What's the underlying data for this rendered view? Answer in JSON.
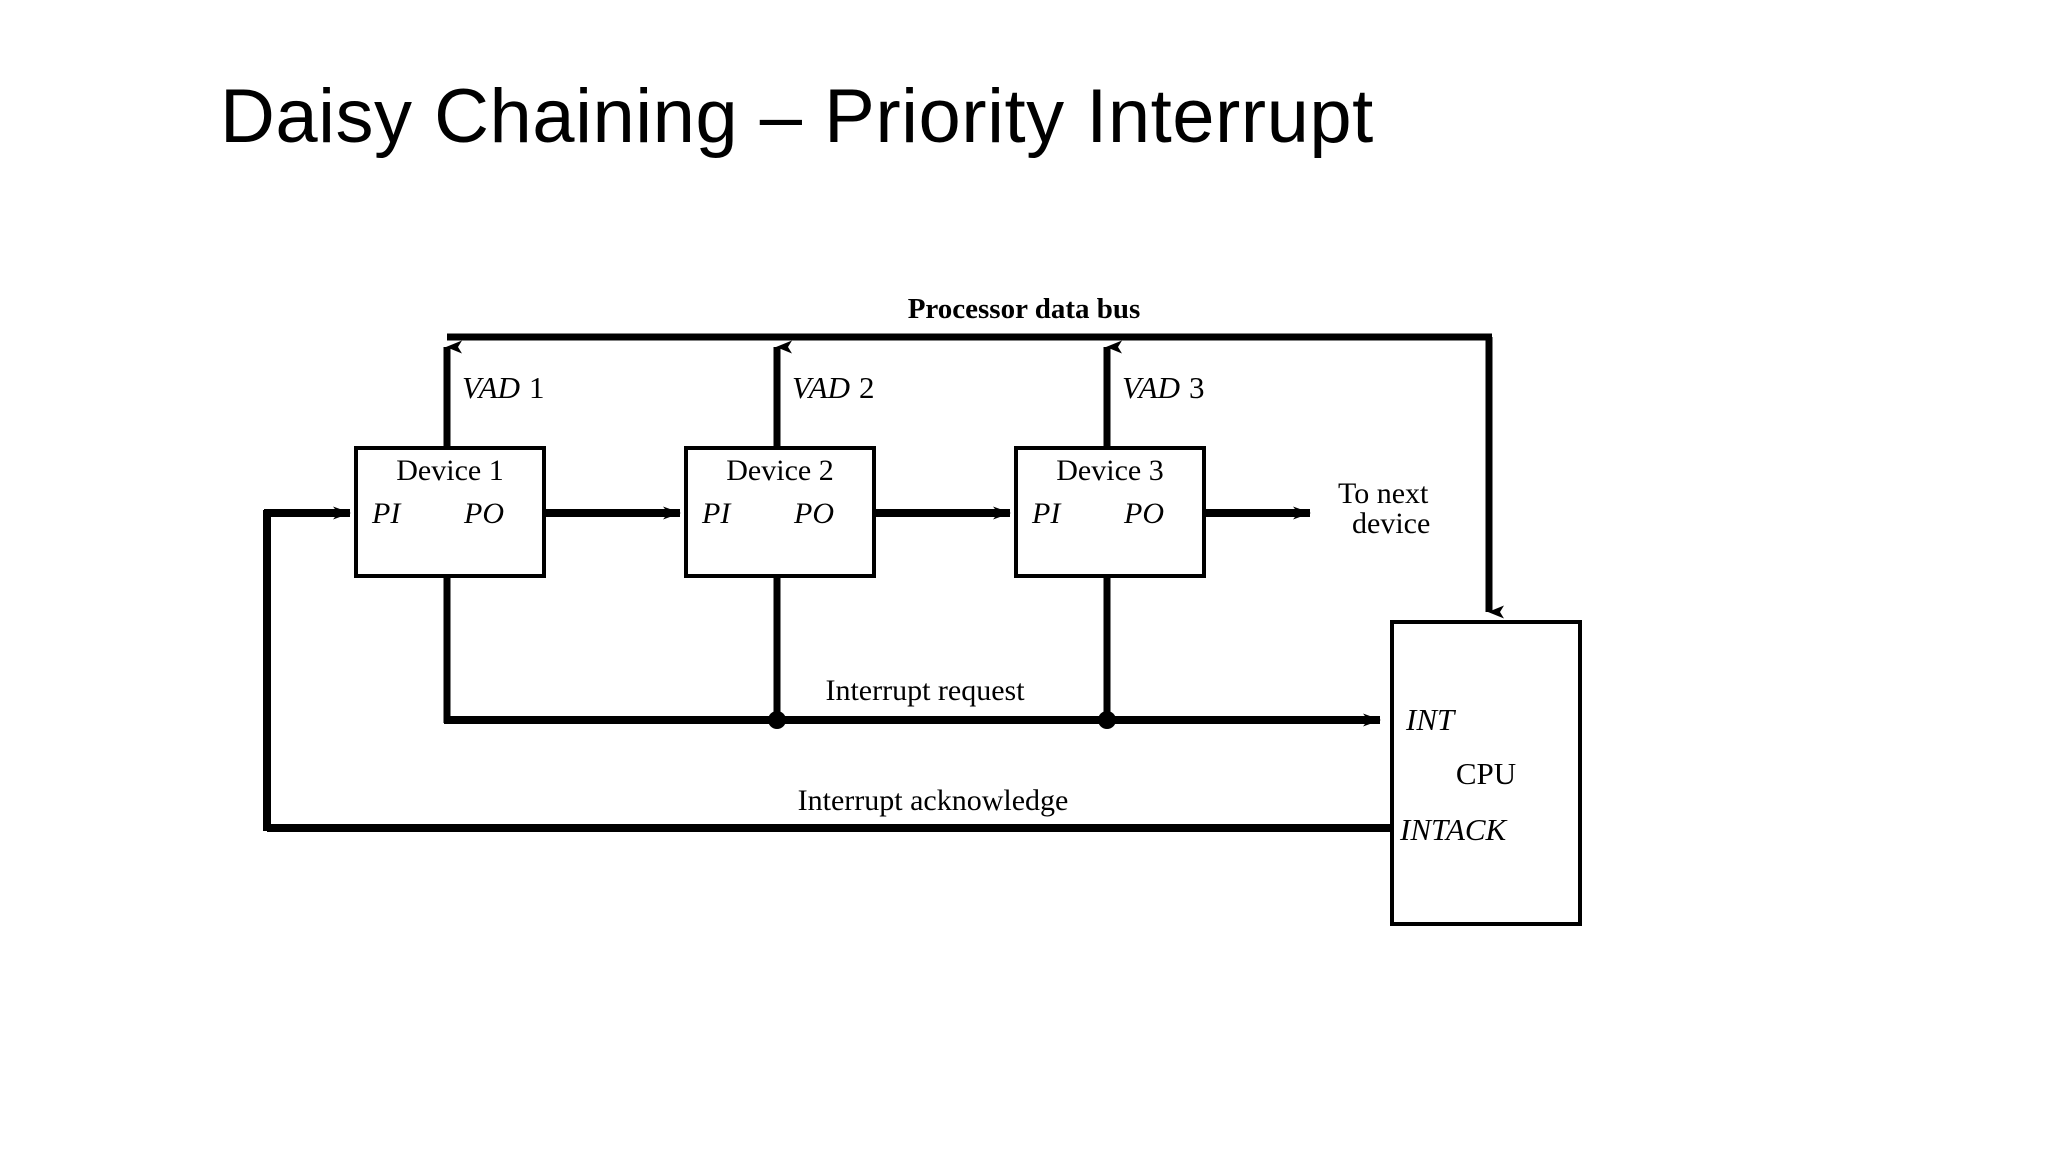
{
  "slide": {
    "title": "Daisy Chaining – Priority Interrupt",
    "background_color": "#FFFFFF",
    "ink_color": "#000000"
  },
  "figure": {
    "type": "block-diagram",
    "caption_labels": {
      "processor_data_bus": "Processor  data  bus",
      "interrupt_request": "Interrupt request",
      "interrupt_acknowledge": "Interrupt acknowledge",
      "to_next_device_line1": "To next",
      "to_next_device_line2": "device"
    },
    "vad_labels": [
      {
        "prefix": "VAD",
        "index": "1"
      },
      {
        "prefix": "VAD",
        "index": "2"
      },
      {
        "prefix": "VAD",
        "index": "3"
      }
    ],
    "devices": [
      {
        "title": "Device 1",
        "input_port": "PI",
        "output_port": "PO"
      },
      {
        "title": "Device 2",
        "input_port": "PI",
        "output_port": "PO"
      },
      {
        "title": "Device 3",
        "input_port": "PI",
        "output_port": "PO"
      }
    ],
    "cpu": {
      "title": "CPU",
      "interrupt_input": "INT",
      "interrupt_acknowledge_output": "INTACK"
    }
  }
}
